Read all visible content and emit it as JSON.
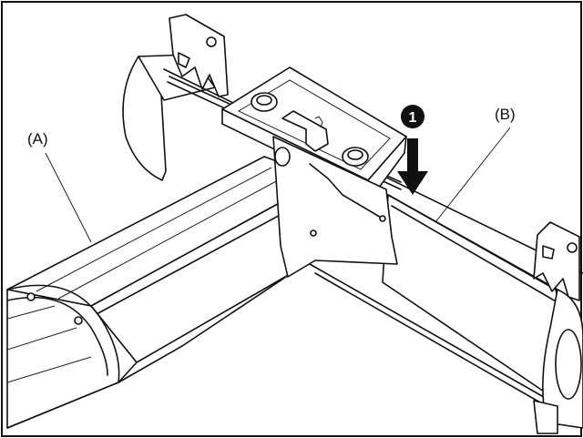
{
  "labels": {
    "part_a": "(A)",
    "part_b": "(B)",
    "step": "1"
  },
  "colors": {
    "line": "#111111",
    "background": "#ffffff",
    "marker": "#111111",
    "marker_text": "#ffffff"
  }
}
